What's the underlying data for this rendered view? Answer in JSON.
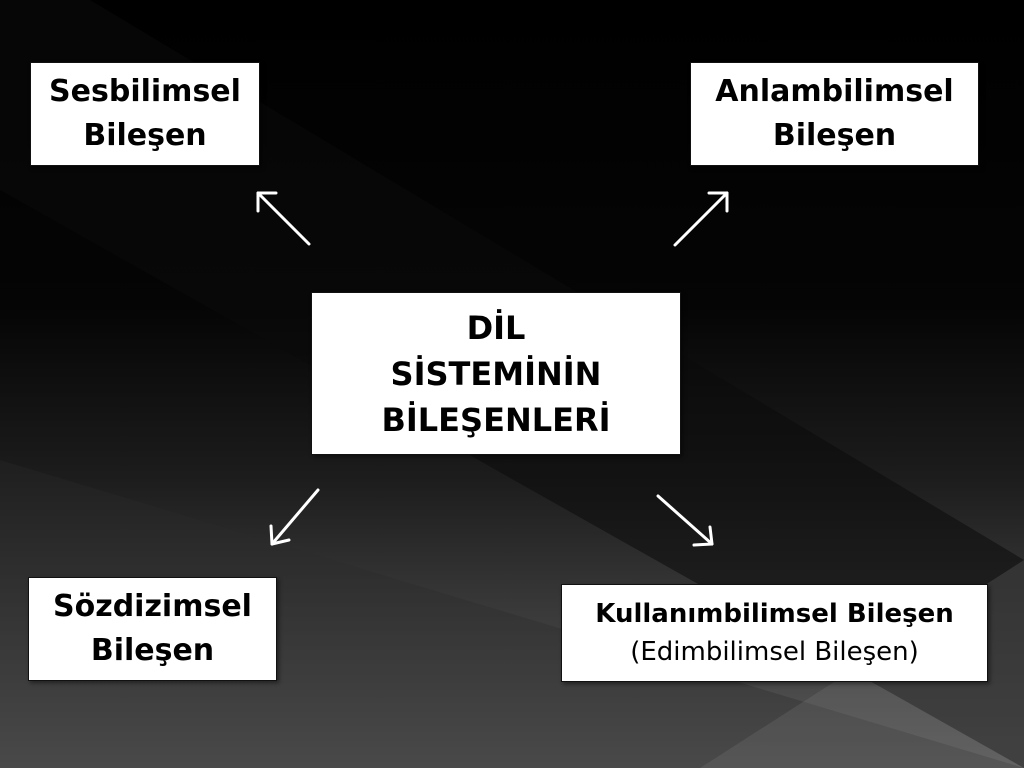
{
  "slide": {
    "center": {
      "lines": [
        "DİL",
        "SİSTEMİNİN",
        "BİLEŞENLERİ"
      ]
    },
    "top_left": {
      "lines": [
        "Sesbilimsel",
        "Bileşen"
      ]
    },
    "top_right": {
      "lines": [
        "Anlambilimsel",
        "Bileşen"
      ]
    },
    "bottom_left": {
      "lines": [
        "Sözdizimsel",
        "Bileşen"
      ]
    },
    "bottom_right": {
      "lines": [
        "Kullanımbilimsel Bileşen",
        "(Edimbilimsel Bileşen)"
      ]
    }
  },
  "colors": {
    "box_fill": "#ffffff",
    "text": "#000000",
    "arrow": "#ffffff"
  }
}
